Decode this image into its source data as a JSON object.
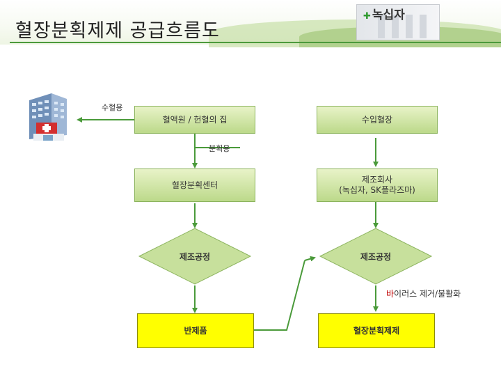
{
  "header": {
    "title": "혈장분획제제 공급흐름도",
    "logo_text": "녹십자"
  },
  "flow": {
    "transfusion_label": "수혈용",
    "fractionation_label": "분획용",
    "blood_center": "혈액원 / 헌혈의 집",
    "imported_plasma": "수입혈장",
    "fractionation_center": "혈장분획센터",
    "manufacturer_line1": "제조회사",
    "manufacturer_line2": "(녹십자, SK플라즈마)",
    "process_left": "제조공정",
    "process_right": "제조공정",
    "virus_label_red": "바",
    "virus_label_rest": "이러스 제거/불활화",
    "semi_product": "반제품",
    "final_product": "혈장분획제제"
  },
  "colors": {
    "arrow": "#4a9a3a",
    "accent": "#4c9a3c",
    "yellow": "#ffff00"
  },
  "icons": {
    "hospital": "hospital-building-icon",
    "logo_cross": "green-cross-icon"
  }
}
